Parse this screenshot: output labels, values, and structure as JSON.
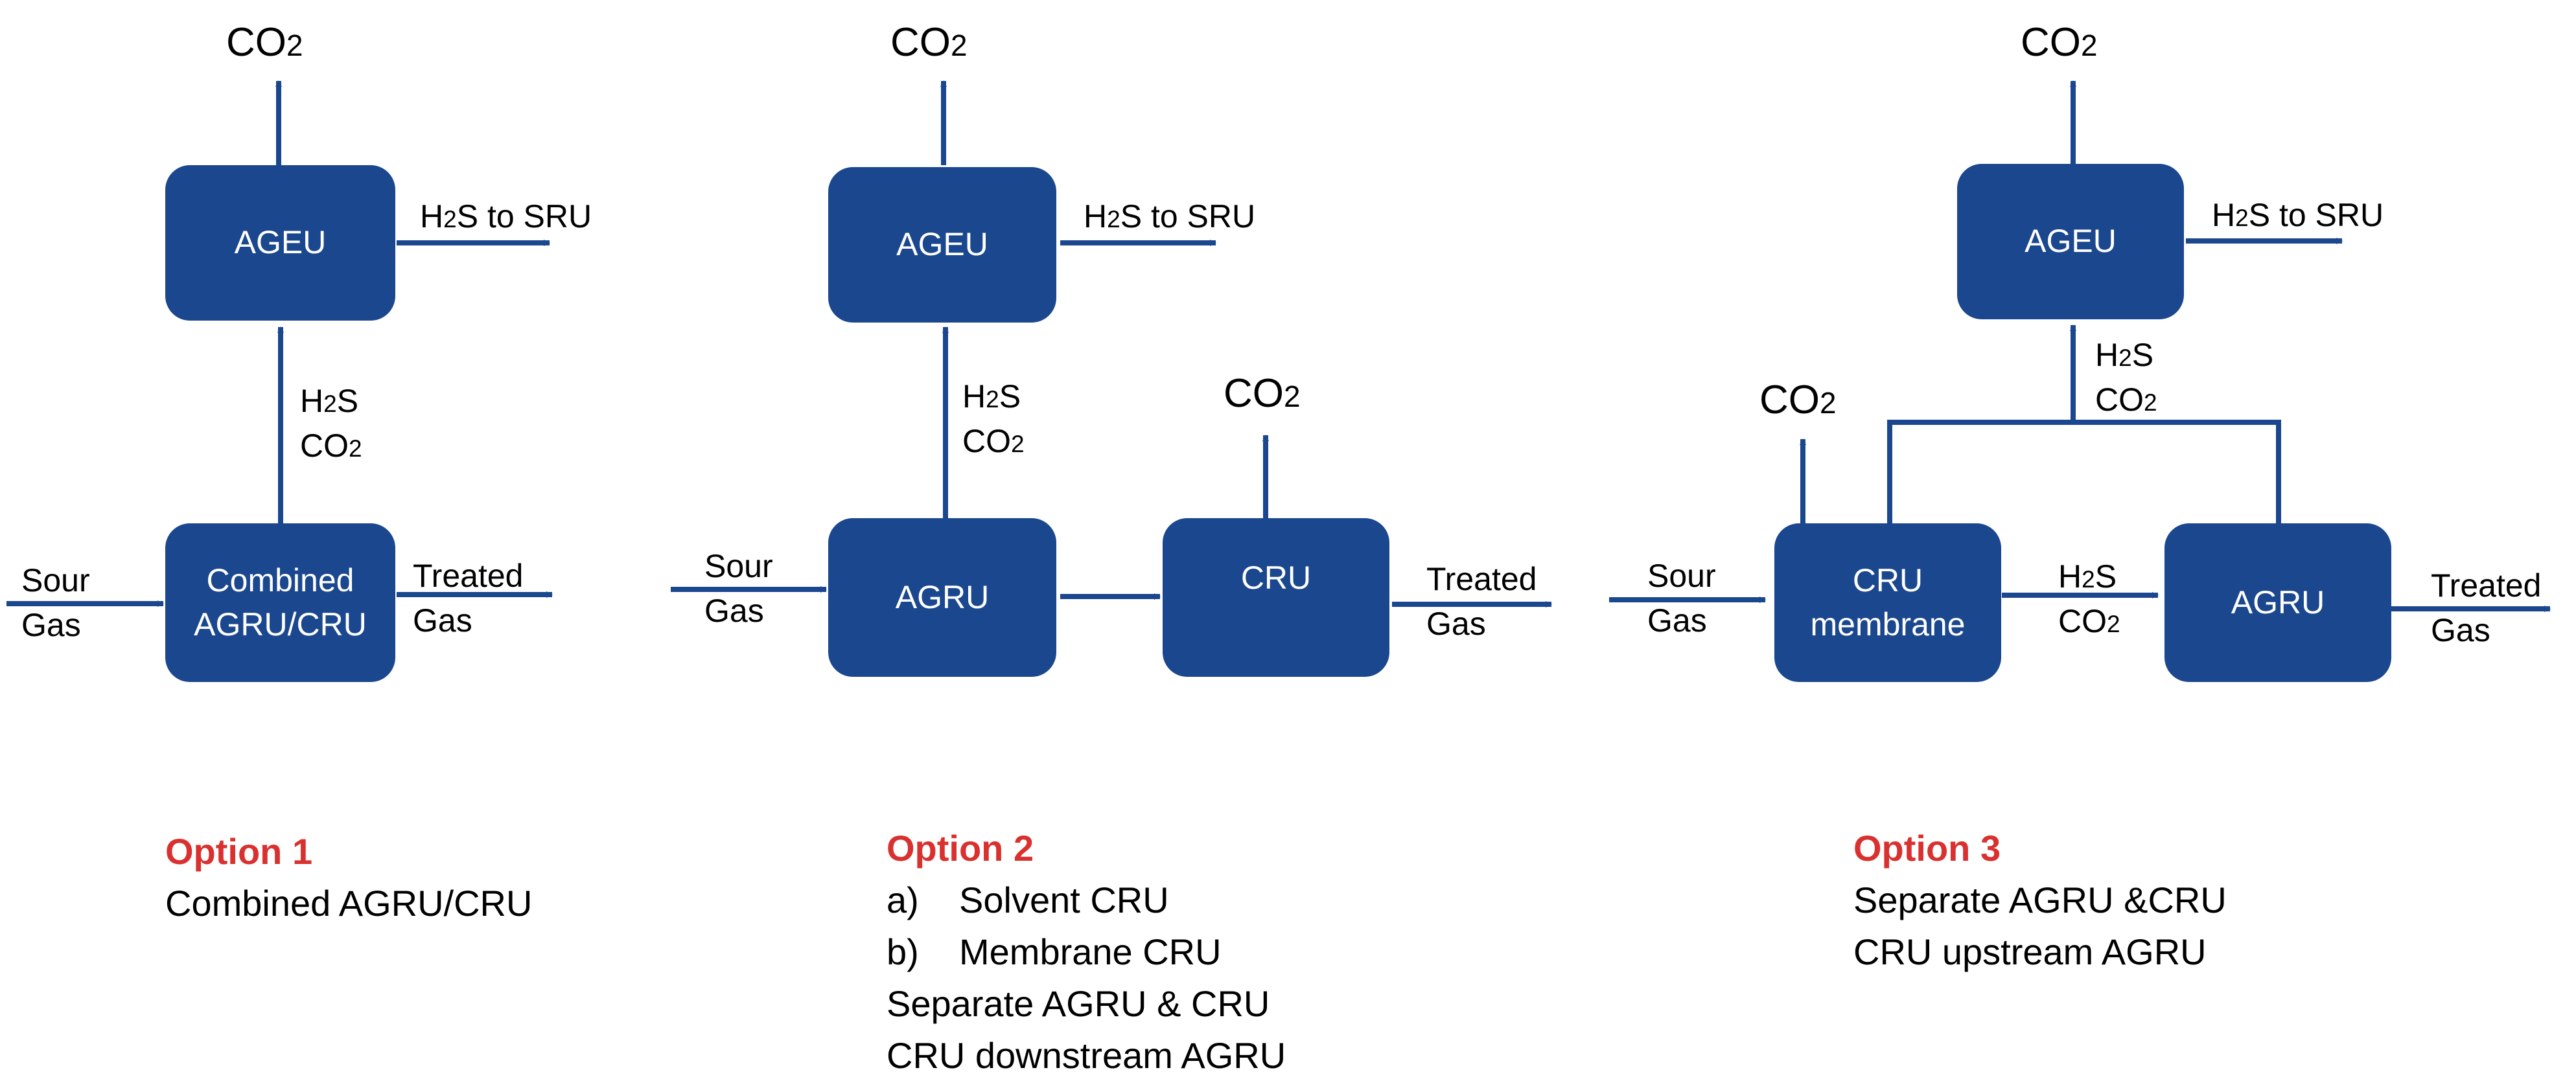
{
  "labels": {
    "co2": "CO",
    "h2": "H",
    "h2s_rest": "S",
    "two": "2",
    "to_sru": " to SRU",
    "sour": "Sour",
    "gas": "Gas",
    "treated": "Treated"
  },
  "units": {
    "ageu": "AGEU",
    "agru": "AGRU",
    "cru": "CRU",
    "combined_line1": "Combined",
    "combined_line2": "AGRU/CRU",
    "cru_membrane_line1": "CRU",
    "cru_membrane_line2": "membrane"
  },
  "options": [
    {
      "title": "Option 1",
      "lines": [
        "Combined AGRU/CRU"
      ]
    },
    {
      "title": "Option 2",
      "list": [
        {
          "marker": "a)",
          "text": "Solvent CRU"
        },
        {
          "marker": "b)",
          "text": "Membrane CRU"
        }
      ],
      "lines": [
        "Separate AGRU & CRU",
        "CRU downstream AGRU"
      ]
    },
    {
      "title": "Option 3",
      "lines": [
        "Separate AGRU &CRU",
        "CRU upstream AGRU"
      ]
    }
  ],
  "colors": {
    "unit_fill": "#1b478e",
    "flow_line": "#1b478e",
    "option_title": "#d9312f"
  }
}
